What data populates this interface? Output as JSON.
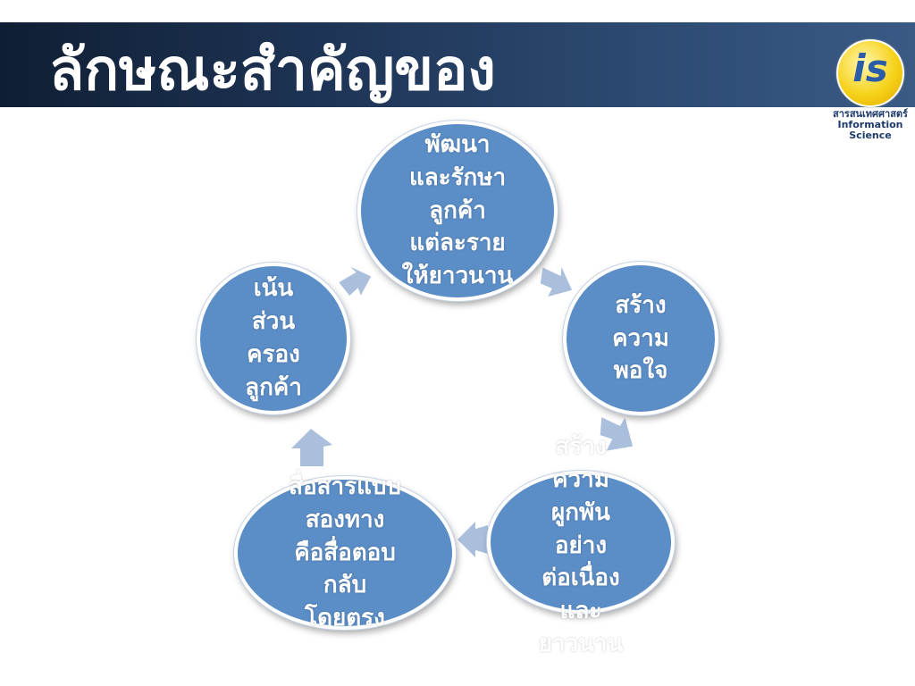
{
  "slide": {
    "title": "ลักษณะสำคัญของ",
    "logo": {
      "glyph": "is",
      "caption_th": "สารสนเทศศาสตร์",
      "caption_en": "Information Science"
    }
  },
  "cycle": {
    "nodes": [
      {
        "id": "develop",
        "label": "พัฒนา\nและรักษา\nลูกค้า\nแต่ละราย\nให้ยาวนาน"
      },
      {
        "id": "satisfaction",
        "label": "สร้าง\nความ\nพอใจ"
      },
      {
        "id": "bond",
        "label": "สร้าง\nความ\nผูกพัน\nอย่าง\nต่อเนื่อง\nและ\nยาวนาน"
      },
      {
        "id": "two-way",
        "label": "สื่อสารแบบ\nสองทาง\nคือสื่อตอบ\nกลับ\nโดยตรง"
      },
      {
        "id": "share",
        "label": "เน้น\nส่วน\nครอง\nลูกค้า"
      }
    ],
    "colors": {
      "node": "#5b8dc6",
      "arrow": "#a9bfdc"
    }
  }
}
